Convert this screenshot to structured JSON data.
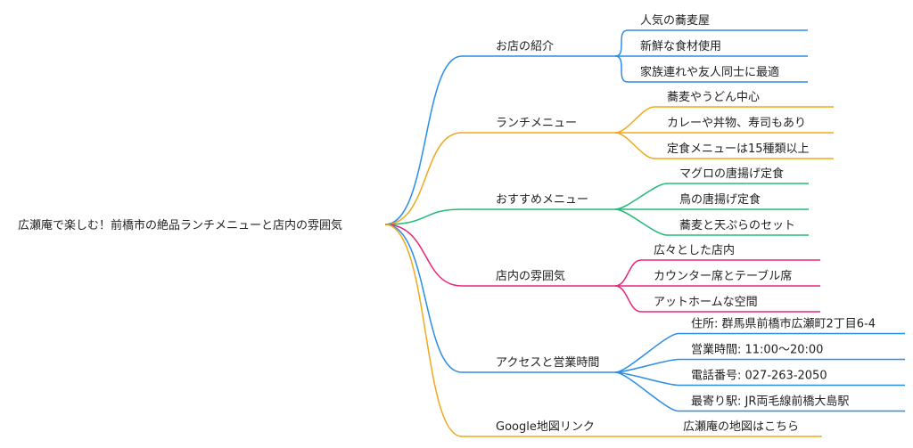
{
  "root": {
    "label": "広瀬庵で楽しむ！前橋市の絶品ランチメニューと店内の雰囲気"
  },
  "branches": [
    {
      "label": "お店の紹介",
      "color": "#2b8de6",
      "children": [
        "人気の蕎麦屋",
        "新鮮な食材使用",
        "家族連れや友人同士に最適"
      ]
    },
    {
      "label": "ランチメニュー",
      "color": "#f0a81c",
      "children": [
        "蕎麦やうどん中心",
        "カレーや丼物、寿司もあり",
        "定食メニューは15種類以上"
      ]
    },
    {
      "label": "おすすめメニュー",
      "color": "#22bb77",
      "children": [
        "マグロの唐揚げ定食",
        "鳥の唐揚げ定食",
        "蕎麦と天ぷらのセット"
      ]
    },
    {
      "label": "店内の雰囲気",
      "color": "#e8267a",
      "children": [
        "広々とした店内",
        "カウンター席とテーブル席",
        "アットホームな空間"
      ]
    },
    {
      "label": "アクセスと営業時間",
      "color": "#2b8de6",
      "children": [
        "住所: 群馬県前橋市広瀬町2丁目6-4",
        "営業時間: 11:00〜20:00",
        "電話番号: 027-263-2050",
        "最寄り駅: JR両毛線前橋大島駅"
      ]
    },
    {
      "label": "Google地図リンク",
      "color": "#f0a81c",
      "children": [
        "広瀬庵の地図はこちら"
      ]
    }
  ]
}
